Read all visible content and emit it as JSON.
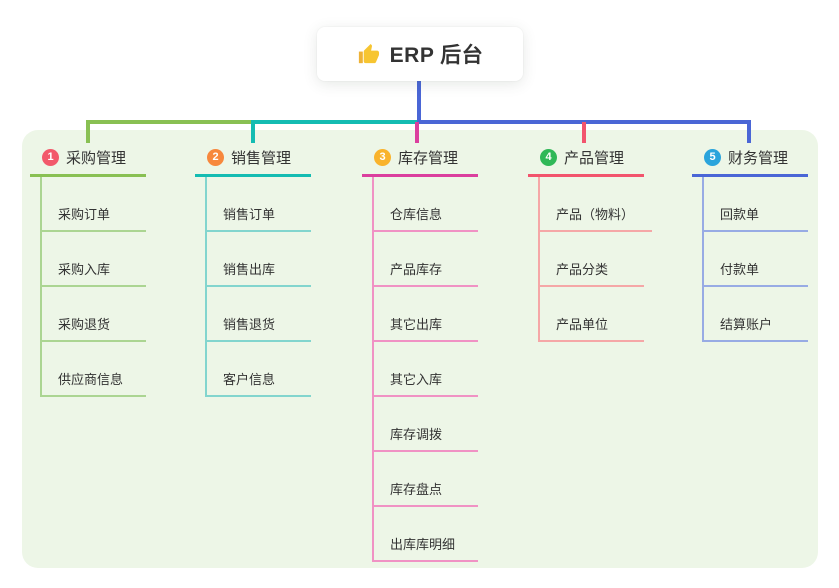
{
  "root": {
    "title": "ERP 后台",
    "icon": "thumbs-up"
  },
  "panel": {
    "background": "#EDF6E7"
  },
  "branches": [
    {
      "num": "1",
      "label": "采购管理",
      "color": "#89C053",
      "light": "#ABD592",
      "badge": "#F2596B",
      "children": [
        "采购订单",
        "采购入库",
        "采购退货",
        "供应商信息"
      ]
    },
    {
      "num": "2",
      "label": "销售管理",
      "color": "#14BCB2",
      "light": "#82D5CE",
      "badge": "#F7883D",
      "children": [
        "销售订单",
        "销售出库",
        "销售退货",
        "客户信息"
      ]
    },
    {
      "num": "3",
      "label": "库存管理",
      "color": "#DB3F9E",
      "light": "#F092C4",
      "badge": "#F9B32C",
      "children": [
        "仓库信息",
        "产品库存",
        "其它出库",
        "其它入库",
        "库存调拨",
        "库存盘点",
        "出库库明细"
      ]
    },
    {
      "num": "4",
      "label": "产品管理",
      "color": "#F2546D",
      "light": "#F5A7A7",
      "badge": "#30B858",
      "children": [
        "产品（物料）",
        "产品分类",
        "产品单位"
      ]
    },
    {
      "num": "5",
      "label": "财务管理",
      "color": "#4A66D6",
      "light": "#98ABE4",
      "badge": "#2AA4DC",
      "children": [
        "回款单",
        "付款单",
        "结算账户"
      ]
    }
  ]
}
